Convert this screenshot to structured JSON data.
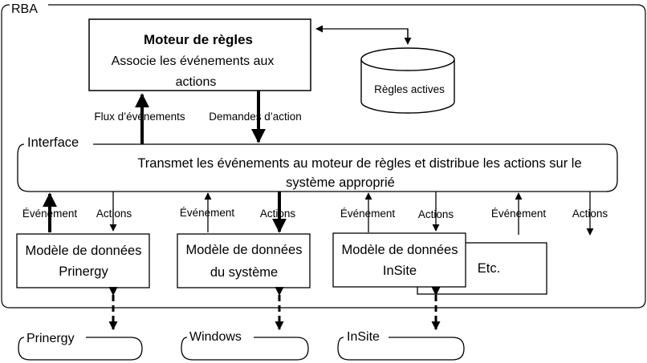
{
  "frame": {
    "label": "RBA"
  },
  "engine": {
    "title": "Moteur de règles",
    "line1": "Associe les événements aux",
    "line2": "actions"
  },
  "database": {
    "label": "Règles actives"
  },
  "links": {
    "events_flow": "Flux d’événements",
    "action_requests": "Demandes d’action"
  },
  "interface": {
    "label": "Interface",
    "line1": "Transmet les événements au moteur de règles et distribue les actions sur le",
    "line2": "système approprié"
  },
  "columns": [
    {
      "event": "Événement",
      "actions": "Actions"
    },
    {
      "event": "Événement",
      "actions": "Actions"
    },
    {
      "event": "Événement",
      "actions": "Actions"
    },
    {
      "event": "Événement",
      "actions": "Actions"
    }
  ],
  "models": [
    {
      "line1": "Modèle de données",
      "line2": "Prinergy"
    },
    {
      "line1": "Modèle de données",
      "line2": "du système"
    },
    {
      "line1": "Modèle de données",
      "line2": "InSite"
    }
  ],
  "etc": {
    "label": "Etc."
  },
  "systems": [
    {
      "label": "Prinergy"
    },
    {
      "label": "Windows"
    },
    {
      "label": "InSite"
    }
  ]
}
